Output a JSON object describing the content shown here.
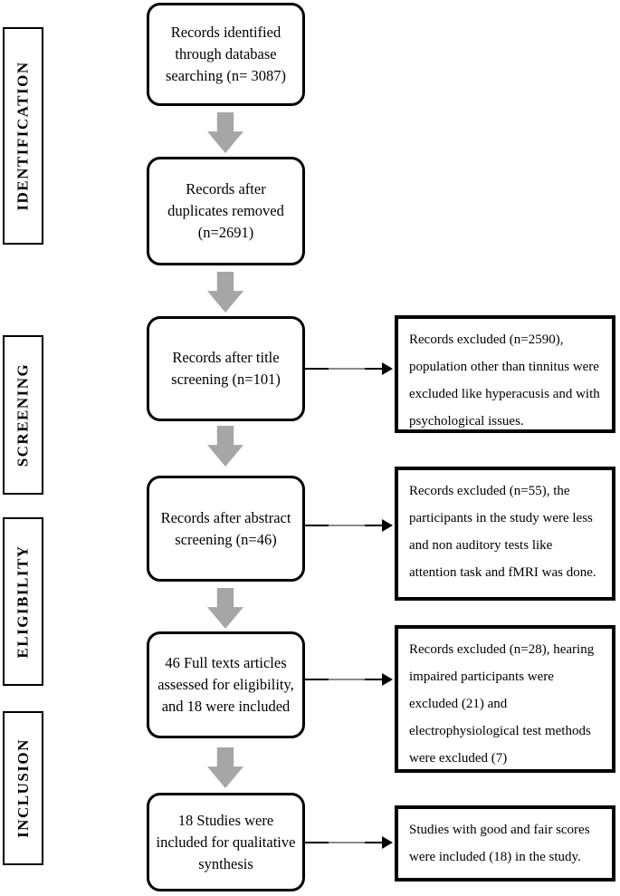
{
  "diagram": {
    "stages": [
      {
        "label": "IDENTIFICATION"
      },
      {
        "label": "SCREENING"
      },
      {
        "label": "ELIGIBILITY"
      },
      {
        "label": "INCLUSION"
      }
    ],
    "flow_boxes": [
      {
        "text": "Records identified through database searching (n= 3087)"
      },
      {
        "text": "Records after duplicates removed (n=2691)"
      },
      {
        "text": "Records after title screening (n=101)"
      },
      {
        "text": "Records after abstract screening (n=46)"
      },
      {
        "text": "46 Full texts articles assessed  for eligibility, and 18 were included"
      },
      {
        "text": "18 Studies were included for qualitative synthesis"
      }
    ],
    "exclusion_boxes": [
      {
        "text": "Records excluded (n=2590), population other than tinnitus were excluded like hyperacusis and with psychological issues."
      },
      {
        "text": "Records excluded (n=55), the participants in the study were less and non auditory tests like attention task and fMRI was done."
      },
      {
        "text": "Records excluded (n=28), hearing impaired participants were excluded (21) and electrophysiological test methods were excluded (7)"
      },
      {
        "text": "Studies with good and fair scores were included (18) in the study."
      }
    ],
    "colors": {
      "arrow_gray": "#a6a6a6",
      "border": "#000000",
      "background": "#ffffff"
    }
  }
}
